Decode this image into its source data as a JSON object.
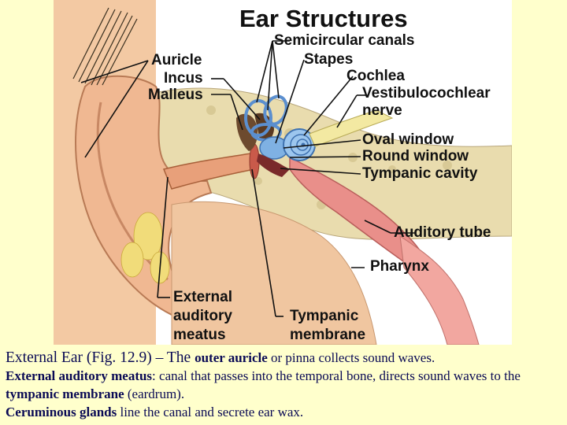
{
  "figure": {
    "title": "Ear Structures",
    "labels": {
      "semicircular_canals": "Semicircular canals",
      "stapes": "Stapes",
      "cochlea": "Cochlea",
      "vestibulocochlear_1": "Vestibulocochlear",
      "vestibulocochlear_2": "nerve",
      "oval_window": "Oval window",
      "round_window": "Round window",
      "tympanic_cavity": "Tympanic cavity",
      "auditory_tube": "Auditory tube",
      "pharynx": "Pharynx",
      "auricle": "Auricle",
      "incus": "Incus",
      "malleus": "Malleus",
      "external_1": "External",
      "external_2": "auditory",
      "external_3": "meatus",
      "tympanic_1": "Tympanic",
      "tympanic_2": "membrane"
    }
  },
  "caption": {
    "line1": {
      "a": "External Ear (Fig. 12.9) – The ",
      "b": "outer auricle",
      "c": " or pinna collects sound waves."
    },
    "line2": {
      "a": "External auditory meatus",
      "b": ": canal that passes into the temporal bone, directs sound waves to the ",
      "c": "tympanic membrane",
      "d": " (eardrum)."
    },
    "line3": {
      "a": "Ceruminous glands",
      "b": " line the canal and secrete ear wax."
    }
  }
}
